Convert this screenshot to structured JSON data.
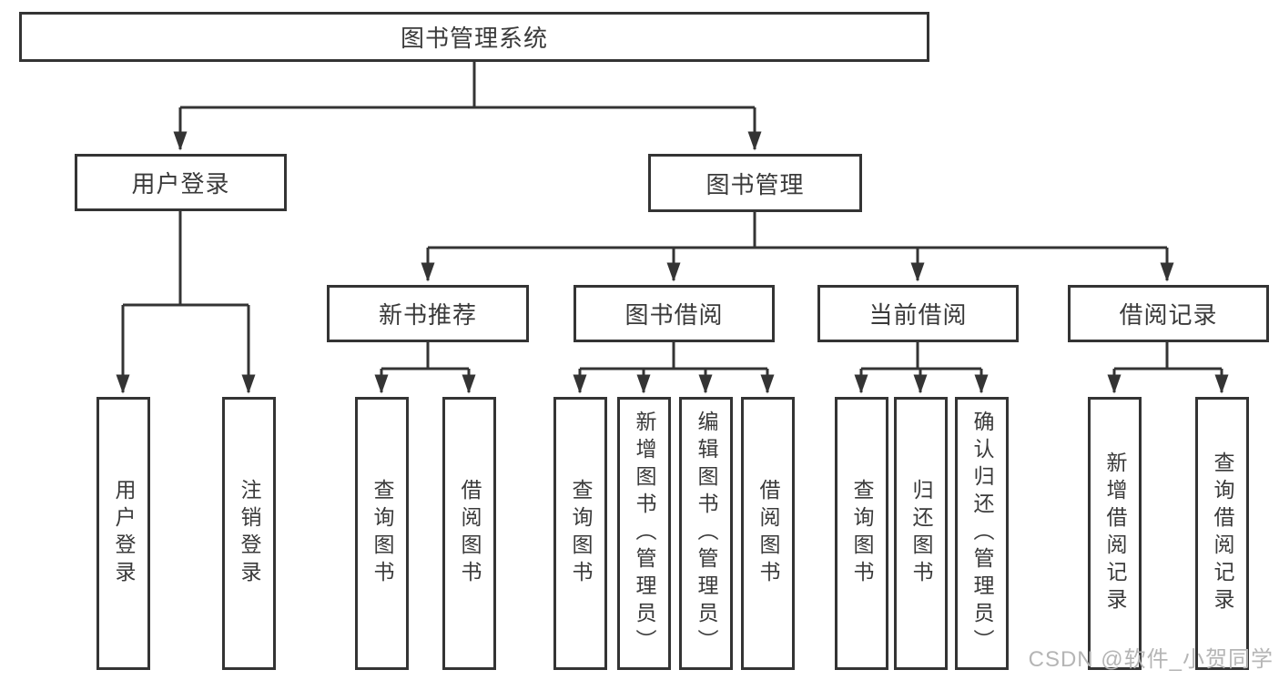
{
  "diagram": {
    "root": {
      "label": "图书管理系统"
    },
    "branches": [
      {
        "label": "用户登录",
        "children": [
          "用户登录",
          "注销登录"
        ]
      },
      {
        "label": "图书管理",
        "children": [
          {
            "label": "新书推荐",
            "children": [
              "查询图书",
              "借阅图书"
            ]
          },
          {
            "label": "图书借阅",
            "children": [
              "查询图书",
              "新增图书（管理员）",
              "编辑图书（管理员）",
              "借阅图书"
            ]
          },
          {
            "label": "当前借阅",
            "children": [
              "查询图书",
              "归还图书",
              "确认归还（管理员）"
            ]
          },
          {
            "label": "借阅记录",
            "children": [
              "新增借阅记录",
              "查询借阅记录"
            ]
          }
        ]
      }
    ],
    "watermark": "CSDN @软件_小贺同学"
  },
  "colors": {
    "line": "#343434",
    "box_border": "#343434",
    "text": "#3a3a3a",
    "watermark": "#b5b5b5",
    "background": "#ffffff"
  }
}
